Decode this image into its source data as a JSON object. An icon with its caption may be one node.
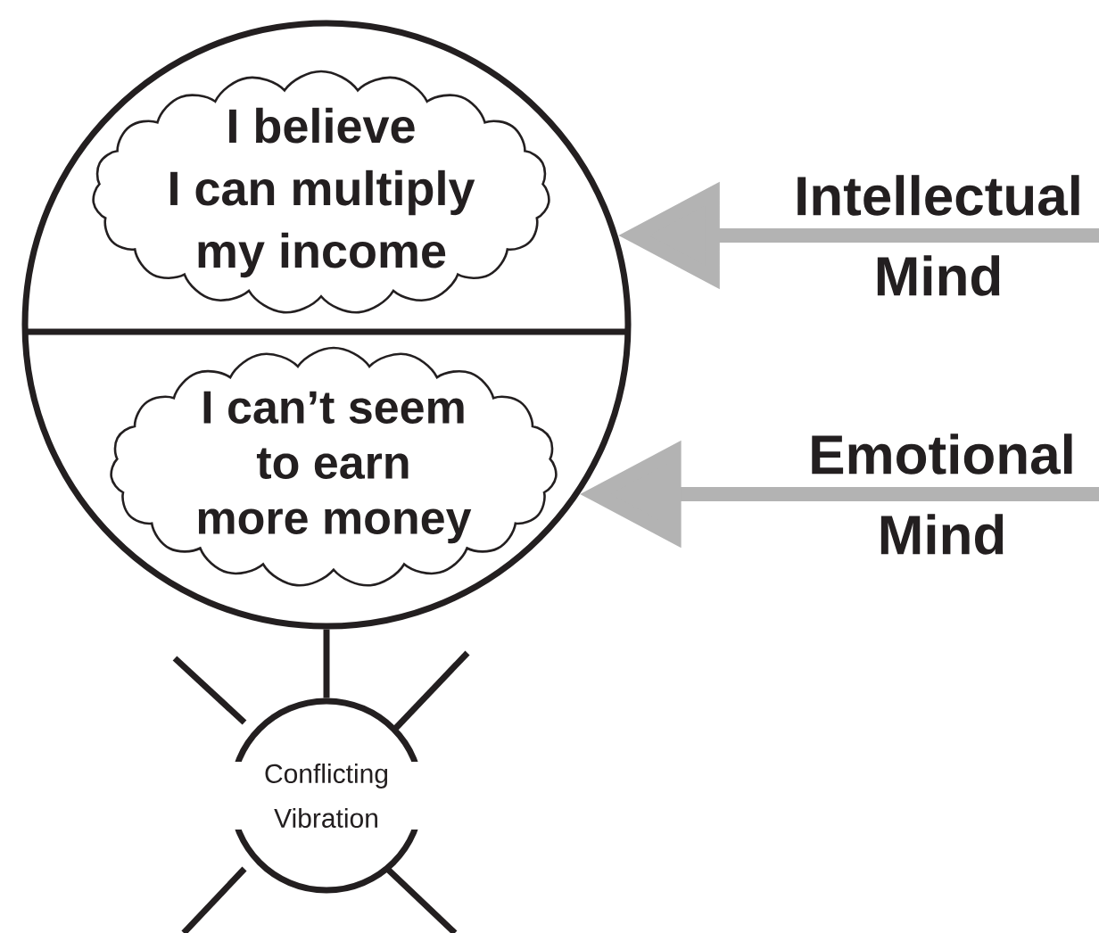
{
  "diagram": {
    "nodes": [
      {
        "text": [],
        "shape": "circle"
      },
      {
        "text": [
          "I believe I can multiply my income"
        ],
        "in": 0
      },
      {
        "text": [
          "I can’t seem to earn more money"
        ],
        "in": 0
      },
      {
        "text": [
          "Intellectual Mind"
        ]
      },
      {
        "text": [
          "Emotional Mind"
        ]
      },
      {
        "text": [
          "Conflicting Vibration"
        ]
      }
    ],
    "edges": [
      {
        "from": 3,
        "to": 0,
        "arrow": "to",
        "color": "#b3b3b3"
      },
      {
        "from": 4,
        "to": 0,
        "arrow": "to",
        "color": "#b3b3b3"
      },
      {
        "from": 0,
        "to": 5,
        "arrow": "none",
        "color": "#231f20"
      }
    ]
  }
}
